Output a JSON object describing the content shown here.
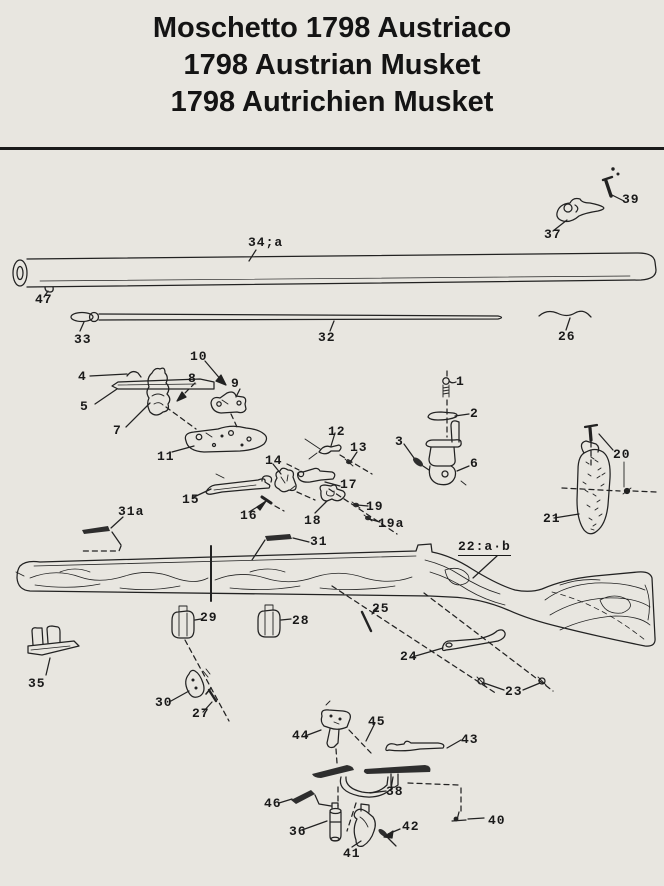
{
  "title": {
    "line1": "Moschetto 1798 Austriaco",
    "line2": "1798 Austrian Musket",
    "line3": "1798 Autrichien Musket"
  },
  "colors": {
    "paper": "#e8e6e0",
    "ink": "#1c1c1c"
  },
  "labels": {
    "p1": "1",
    "p2": "2",
    "p3": "3",
    "p4": "4",
    "p5": "5",
    "p6": "6",
    "p7": "7",
    "p8": "8",
    "p9": "9",
    "p10": "10",
    "p11": "11",
    "p12": "12",
    "p13": "13",
    "p14": "14",
    "p15": "15",
    "p16": "16",
    "p17": "17",
    "p18": "18",
    "p19": "19",
    "p19a": "19a",
    "p20": "20",
    "p21": "21",
    "p22": "22:a·b",
    "p23": "23",
    "p24": "24",
    "p25": "25",
    "p26": "26",
    "p27": "27",
    "p28": "28",
    "p29": "29",
    "p30": "30",
    "p31": "31",
    "p31a": "31a",
    "p32": "32",
    "p33": "33",
    "p34": "34;a",
    "p35": "35",
    "p36": "36",
    "p37": "37",
    "p38": "38",
    "p39": "39",
    "p40": "40",
    "p41": "41",
    "p42": "42",
    "p43": "43",
    "p44": "44",
    "p45": "45",
    "p46": "46",
    "p47": "47"
  }
}
